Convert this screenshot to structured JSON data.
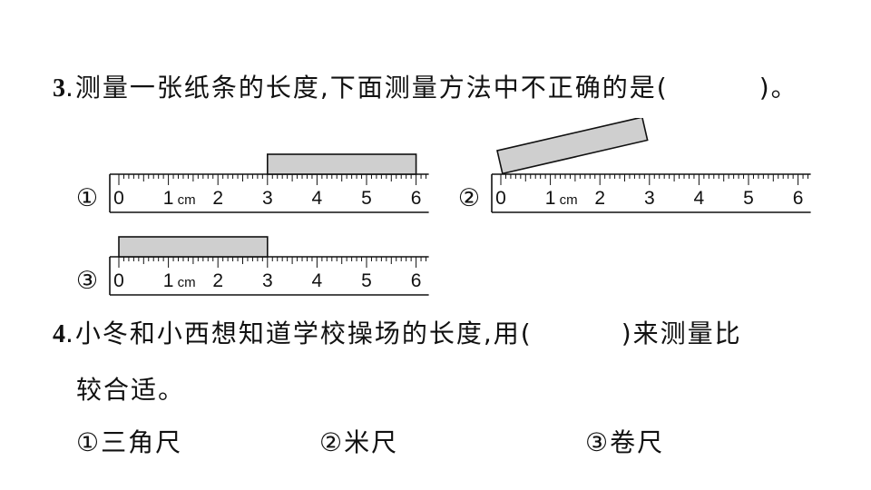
{
  "q3": {
    "number": "3",
    "text": ".测量一张纸条的长度,下面测量方法中不正确的是(",
    "close": ")。"
  },
  "figures": {
    "labels": [
      "①",
      "②",
      "③"
    ],
    "ruler_numbers": [
      "0",
      "1",
      "2",
      "3",
      "4",
      "5",
      "6"
    ],
    "unit": "cm"
  },
  "q4": {
    "number": "4",
    "text": ".小冬和小西想知道学校操场的长度,用(",
    "close": ")来测量比",
    "line2": "较合适。",
    "options": [
      "①三角尺",
      "②米尺",
      "③卷尺"
    ]
  }
}
